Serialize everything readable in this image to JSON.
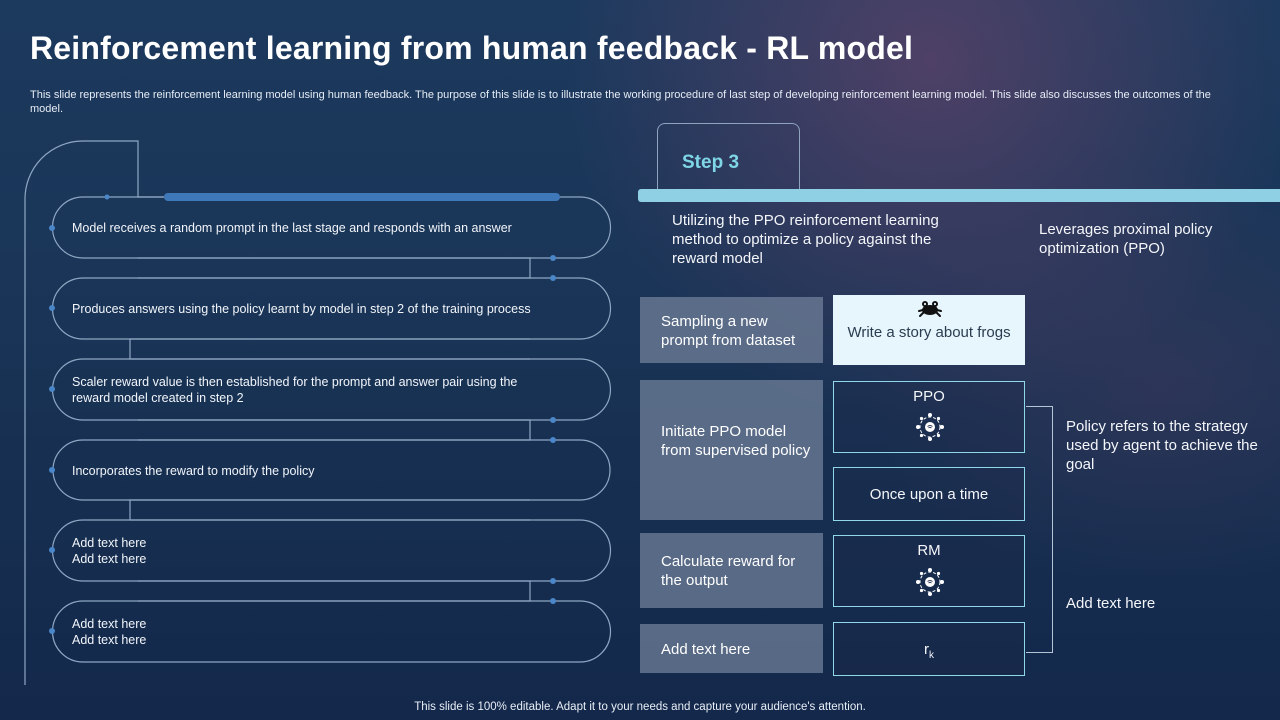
{
  "title": "Reinforcement learning from human feedback - RL model",
  "subtitle": "This slide represents the reinforcement learning model using human feedback. The purpose of this slide is to illustrate the working procedure of last step of developing reinforcement learning model. This slide also discusses the outcomes of the model.",
  "left_steps": [
    {
      "line1": "Model receives a random prompt in the last stage and responds with an answer",
      "line2": ""
    },
    {
      "line1": "Produces answers using the policy learnt by model in step 2 of the training process",
      "line2": ""
    },
    {
      "line1": "Scaler reward value is then established for the prompt and answer pair using the",
      "line2": "reward model created in step 2"
    },
    {
      "line1": "Incorporates the reward to modify the policy",
      "line2": ""
    },
    {
      "line1": "Add text here",
      "line2": "Add text here"
    },
    {
      "line1": "Add text here",
      "line2": "Add text here"
    }
  ],
  "step": {
    "label": "Step 3",
    "intro": "Utilizing the PPO reinforcement learning method to optimize a policy against the reward model",
    "leverage": "Leverages proximal policy optimization (PPO)"
  },
  "process": [
    {
      "label": "Sampling a new prompt from dataset"
    },
    {
      "label": "Initiate PPO model from supervised policy"
    },
    {
      "label": "Calculate reward for the output"
    },
    {
      "label": "Add text here"
    }
  ],
  "outputs": {
    "prompt_box": "Write a story about frogs",
    "ppo_label": "PPO",
    "generated_text": "Once upon a time",
    "rm_label": "RM",
    "reward_symbol": "r",
    "reward_subscript": "k"
  },
  "icons": {
    "prompt": "frog-icon",
    "model": "network-node-icon"
  },
  "right_notes": {
    "policy": "Policy refers to the strategy used by agent to achieve the goal",
    "add_text": "Add text here"
  },
  "footer": "This slide is 100% editable. Adapt it to your needs and capture your audience's attention.",
  "colors": {
    "accent_cyan": "#7fd6e6",
    "step_bar": "#8fd0e4",
    "progress_blue": "#3f78b8"
  }
}
